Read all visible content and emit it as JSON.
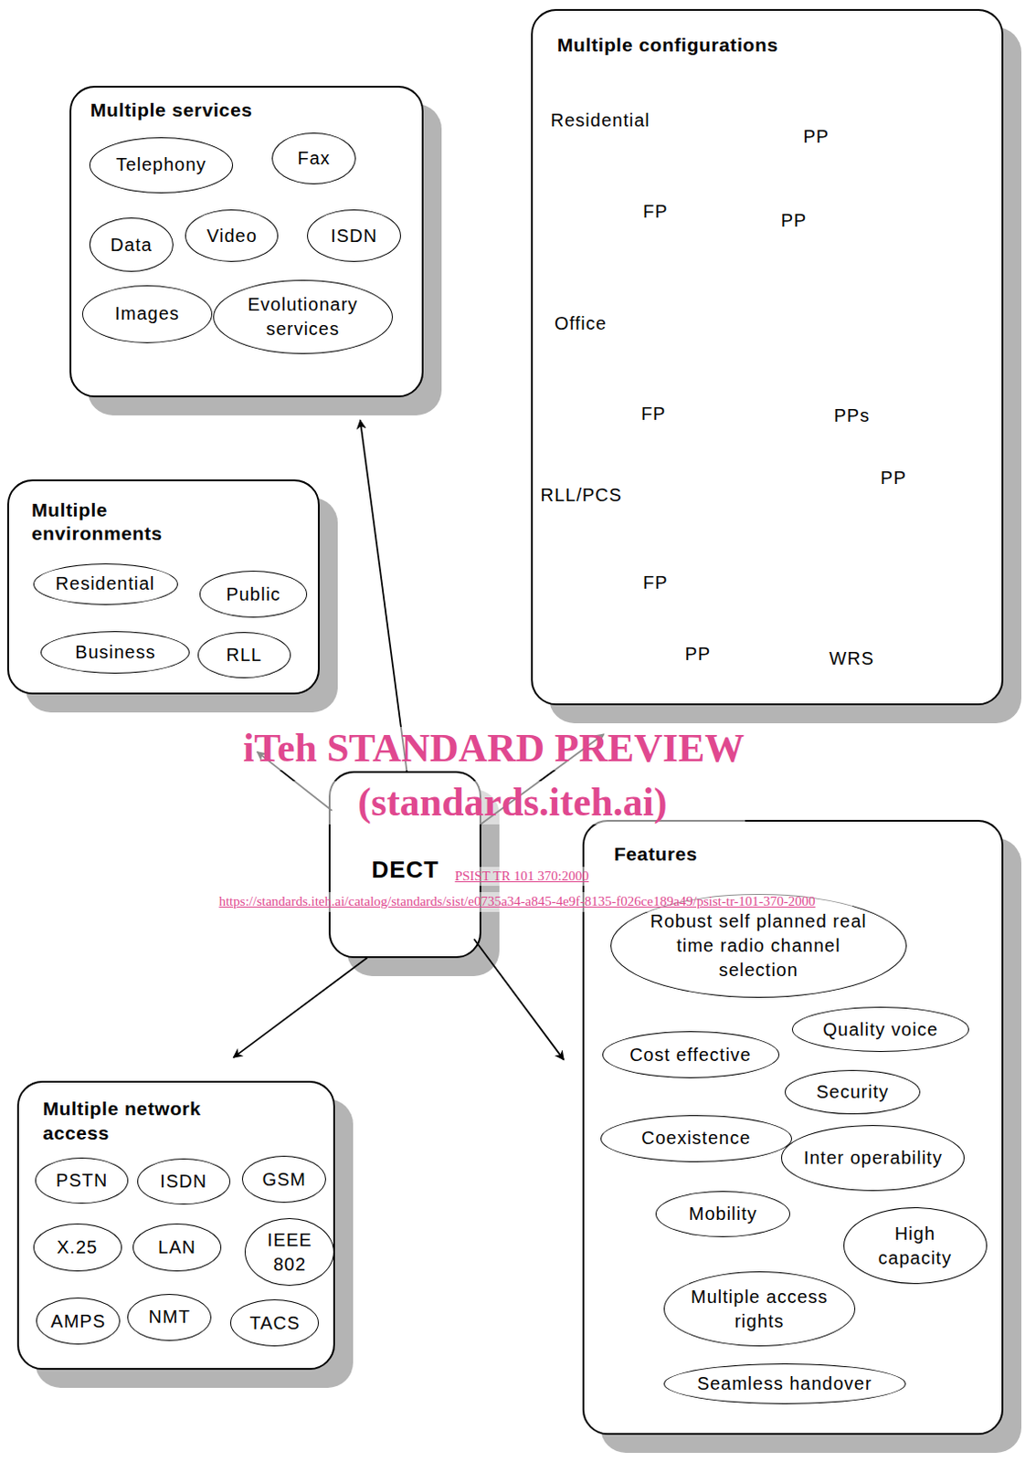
{
  "diagram": {
    "nodes": [
      {
        "text": [
          "Multiple services"
        ]
      },
      {
        "text": [
          "Telephony"
        ],
        "in": 0
      },
      {
        "text": [
          "Fax"
        ],
        "in": 0
      },
      {
        "text": [
          "Data"
        ],
        "in": 0
      },
      {
        "text": [
          "Video"
        ],
        "in": 0
      },
      {
        "text": [
          "ISDN"
        ],
        "in": 0
      },
      {
        "text": [
          "Images"
        ],
        "in": 0
      },
      {
        "text": [
          "Evolutionary services"
        ],
        "in": 0
      },
      {
        "text": [
          "Multiple configurations"
        ]
      },
      {
        "text": [
          "Multiple environments"
        ]
      },
      {
        "text": [
          "Residential"
        ],
        "in": 9
      },
      {
        "text": [
          "Public"
        ],
        "in": 9
      },
      {
        "text": [
          "Business"
        ],
        "in": 9
      },
      {
        "text": [
          "RLL"
        ],
        "in": 9
      },
      {
        "text": [
          "DECT"
        ]
      },
      {
        "text": [
          "Features"
        ]
      },
      {
        "text": [
          "Robust self planned real time radio channel selection"
        ],
        "in": 15
      },
      {
        "text": [
          "Quality voice"
        ],
        "in": 15
      },
      {
        "text": [
          "Cost effective"
        ],
        "in": 15
      },
      {
        "text": [
          "Security"
        ],
        "in": 15
      },
      {
        "text": [
          "Coexistence"
        ],
        "in": 15
      },
      {
        "text": [
          "Inter operability"
        ],
        "in": 15
      },
      {
        "text": [
          "Mobility"
        ],
        "in": 15
      },
      {
        "text": [
          "High capacity"
        ],
        "in": 15
      },
      {
        "text": [
          "Multiple access rights"
        ],
        "in": 15
      },
      {
        "text": [
          "Seamless handover"
        ],
        "in": 15
      },
      {
        "text": [
          "Multiple network access"
        ]
      },
      {
        "text": [
          "PSTN"
        ],
        "in": 26
      },
      {
        "text": [
          "ISDN"
        ],
        "in": 26
      },
      {
        "text": [
          "GSM"
        ],
        "in": 26
      },
      {
        "text": [
          "X.25"
        ],
        "in": 26
      },
      {
        "text": [
          "LAN"
        ],
        "in": 26
      },
      {
        "text": [
          "IEEE 802"
        ],
        "in": 26
      },
      {
        "text": [
          "AMPS"
        ],
        "in": 26
      },
      {
        "text": [
          "NMT"
        ],
        "in": 26
      },
      {
        "text": [
          "TACS"
        ],
        "in": 26
      }
    ],
    "edges": [
      {
        "from": 14,
        "to": 0,
        "arrow": "to"
      },
      {
        "from": 14,
        "to": 8,
        "arrow": "to"
      },
      {
        "from": 14,
        "to": 9,
        "arrow": "to"
      },
      {
        "from": 14,
        "to": 15,
        "arrow": "to"
      },
      {
        "from": 14,
        "to": 26,
        "arrow": "to"
      }
    ],
    "labels": [
      "Residential",
      "PP",
      "FP",
      "PP",
      "Office",
      "FP",
      "PPs",
      "RLL/PCS",
      "PP",
      "FP",
      "PP",
      "WRS",
      "iTeh STANDARD PREVIEW",
      "(standards.iteh.ai)",
      "PSIST TR 101 370:2000",
      "https://standards.iteh.ai/catalog/standards/sist/e0735a34-a845-4e9f-8135-f026ce189a49/psist-tr-101-370-2000"
    ]
  }
}
